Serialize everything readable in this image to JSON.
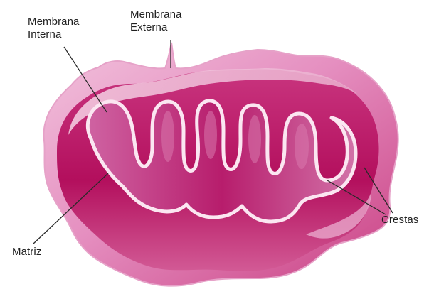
{
  "labels": {
    "inner_membrane": "Membrana\nInterna",
    "outer_membrane": "Membrana\nExterna",
    "cristae": "Crestas",
    "matrix": "Matriz"
  },
  "colors": {
    "outer_light": "#f0b8d7",
    "outer_mid": "#e58fc0",
    "outer_dark": "#c7407f",
    "body_dark": "#b0125d",
    "matrix_mid": "#c2297b",
    "inner_membrane": "#fbe6f1",
    "leader_line": "#2a2a2a",
    "text": "#1f1f1f",
    "background": "#ffffff"
  }
}
